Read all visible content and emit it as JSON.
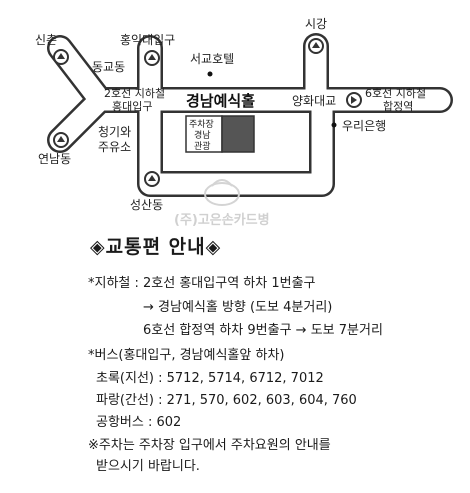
{
  "map": {
    "labels": {
      "sinchon": "신촌",
      "hongik_gate": "홍익대입구",
      "sigang": "시강",
      "donggyodong": "동교동",
      "seogyo_hotel": "서교호텔",
      "line2_hongik": "2호선 지하철",
      "line2_hongik2": "홍대입구",
      "venue": "경남예식홀",
      "yanghwa_bridge": "양화대교",
      "line6_hapjeong": "6호선 지하철",
      "line6_hapjeong2": "합정역",
      "parking1": "주차장",
      "parking2": "경남",
      "parking3": "관광",
      "cheonggiwa1": "청기와",
      "cheonggiwa2": "주유소",
      "yeonnamdong": "연남동",
      "woori_bank": "우리은행",
      "seongsandong": "성산동",
      "watermark": "(주)고은손카드병"
    },
    "colors": {
      "road_outline": "#333333",
      "road_fill": "#ffffff",
      "parking_fill": "#555555",
      "watermark": "#cfcfcf"
    }
  },
  "info": {
    "title": "◈교통편 안내◈",
    "subway_line1": "*지하철 : 2호선 홍대입구역 하차 1번출구",
    "subway_line2": "→ 경남예식홀 방향 (도보 4분거리)",
    "subway_line3": "6호선  합정역 하차 9번출구 → 도보 7분거리",
    "bus_line1": "*버스(홍대입구, 경남예식홀앞 하차)",
    "bus_green": "초록(지선) : 5712, 5714, 6712, 7012",
    "bus_blue": "파랑(간선) : 271, 570, 602, 603, 604, 760",
    "bus_airport": "공항버스 :  602",
    "parking_note1": "※주차는 주차장 입구에서 주차요원의 안내를",
    "parking_note2": "받으시기 바랍니다."
  }
}
